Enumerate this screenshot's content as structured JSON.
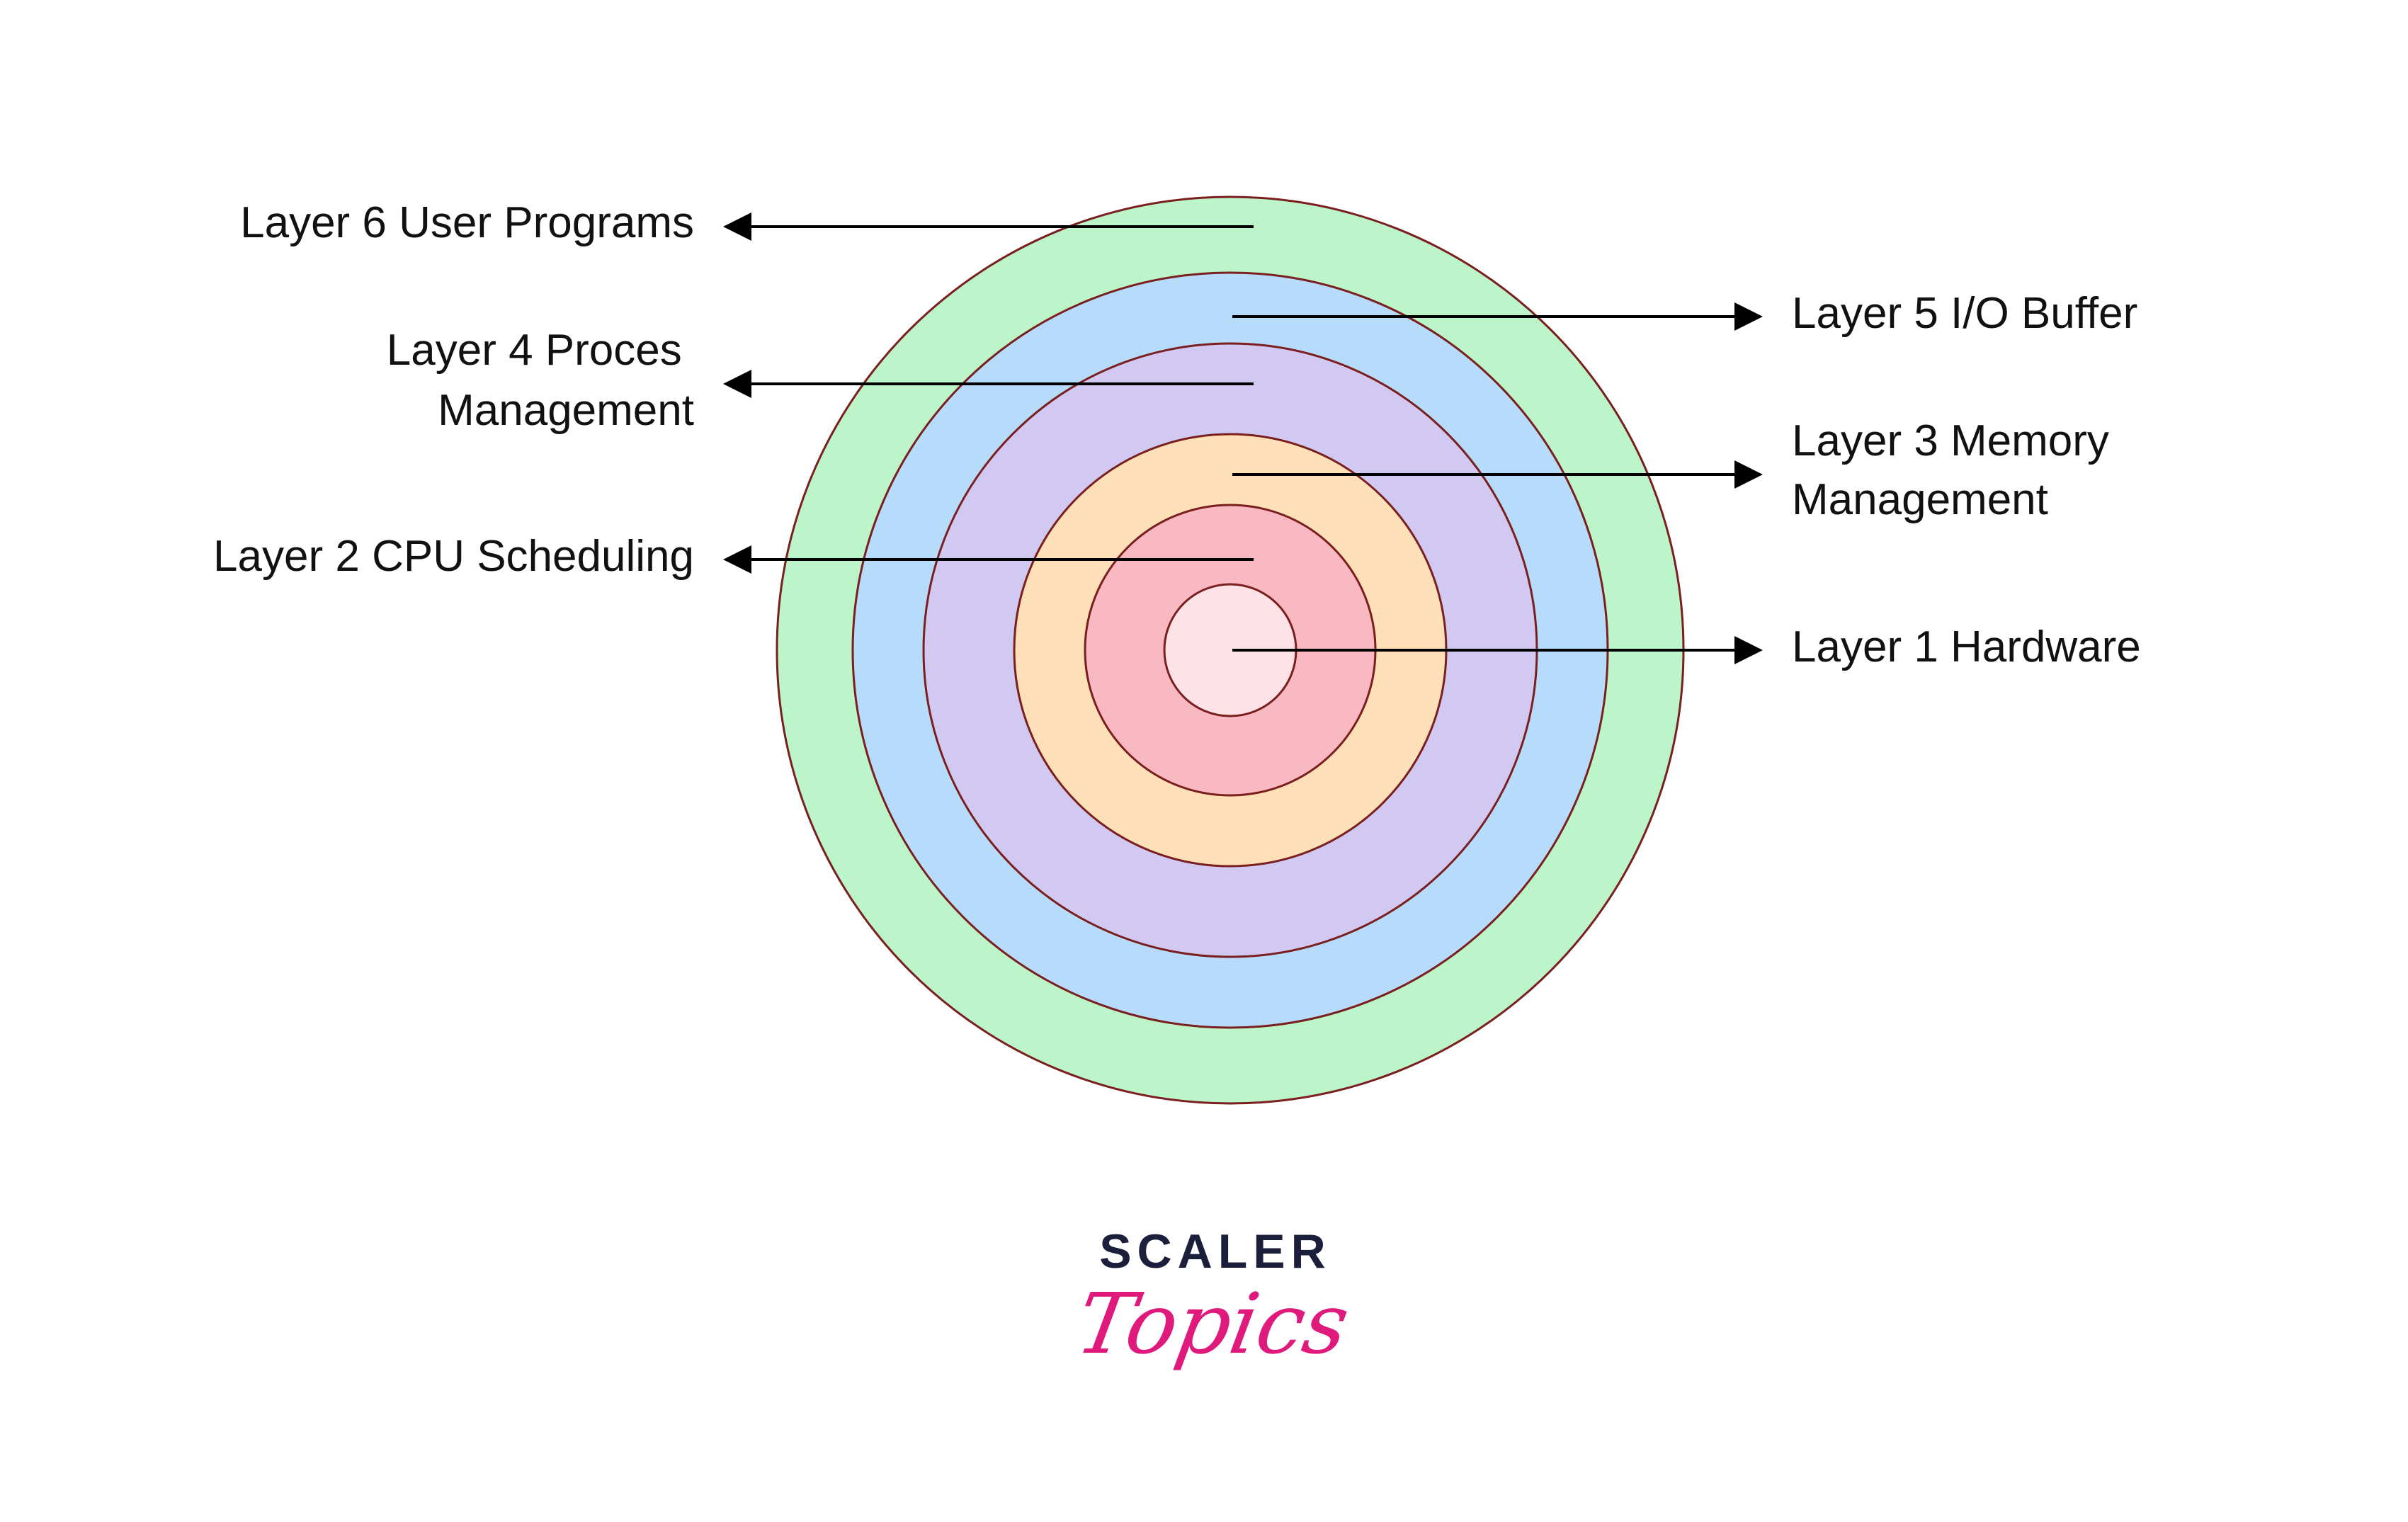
{
  "layers": [
    {
      "id": "layer6",
      "lines": [
        "Layer 6 User Programs"
      ],
      "color": "#bbf5c9"
    },
    {
      "id": "layer5",
      "lines": [
        "Layer 5 I/O Buffer"
      ],
      "color": "#b7dcfb"
    },
    {
      "id": "layer4",
      "lines": [
        "Layer 4 Proces",
        "Management"
      ],
      "color": "#d2c9f3"
    },
    {
      "id": "layer3",
      "lines": [
        "Layer 3 Memory",
        "Management"
      ],
      "color": "#fde0b8"
    },
    {
      "id": "layer2",
      "lines": [
        "Layer 2 CPU Scheduling"
      ],
      "color": "#f8b9c3"
    },
    {
      "id": "layer1",
      "lines": [
        "Layer 1 Hardware"
      ],
      "color": "#fde3e7"
    }
  ],
  "ring_outline_color": "#7a1e1e",
  "logo": {
    "text_top": "SCALER",
    "text_bottom": "Topics",
    "top_color": "#1b1f3b",
    "bottom_color": "#e0197d"
  }
}
